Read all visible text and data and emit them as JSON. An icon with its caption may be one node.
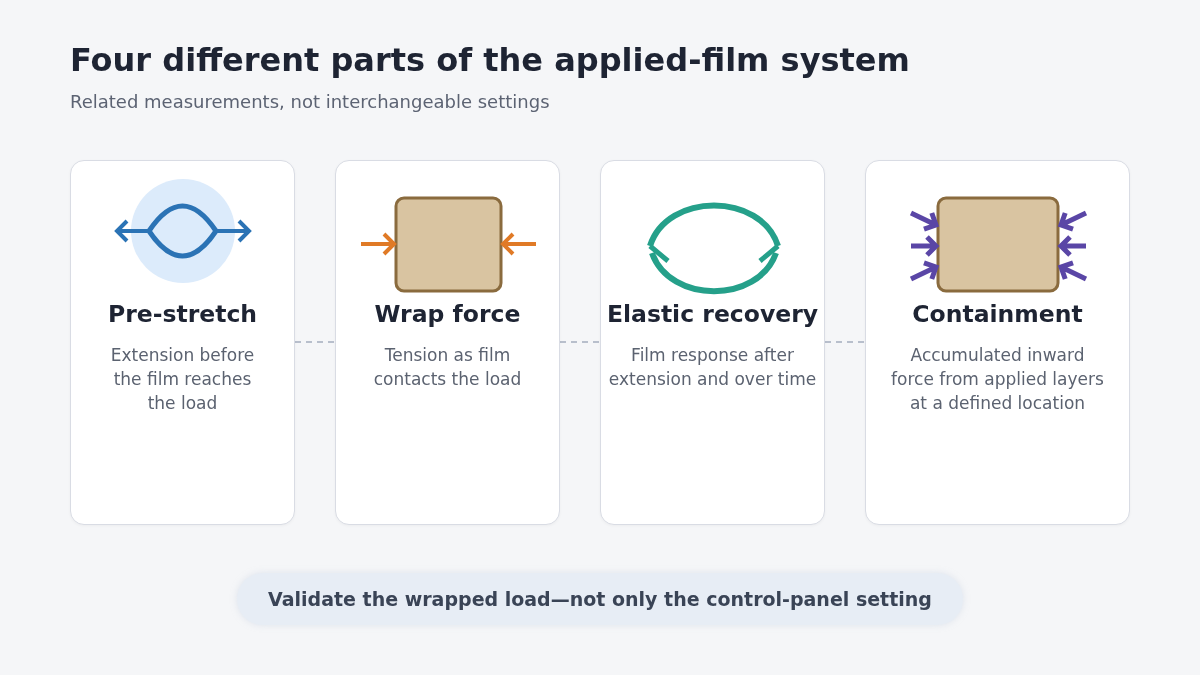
{
  "diagram": {
    "title": "Four different parts of the applied-film system",
    "nodes": [
      {
        "text": [
          "Pre-stretch",
          "Extension before the film reaches the load"
        ]
      },
      {
        "text": [
          "Wrap force",
          "Tension as film contacts the load"
        ]
      },
      {
        "text": [
          "Elastic recovery",
          "Film response after extension and over time"
        ]
      },
      {
        "text": [
          "Containment",
          "Accumulated inward force from applied layers at a defined location"
        ]
      },
      {
        "text": [
          "Validate the wrapped load—not only the control-panel setting"
        ]
      }
    ],
    "edges": [
      {
        "from": 0,
        "to": 1,
        "arrow": "none",
        "style": "dashed"
      },
      {
        "from": 1,
        "to": 2,
        "arrow": "none",
        "style": "dashed"
      },
      {
        "from": 2,
        "to": 3,
        "arrow": "none",
        "style": "dashed"
      }
    ],
    "labels": [
      "Related measurements, not interchangeable settings"
    ]
  }
}
